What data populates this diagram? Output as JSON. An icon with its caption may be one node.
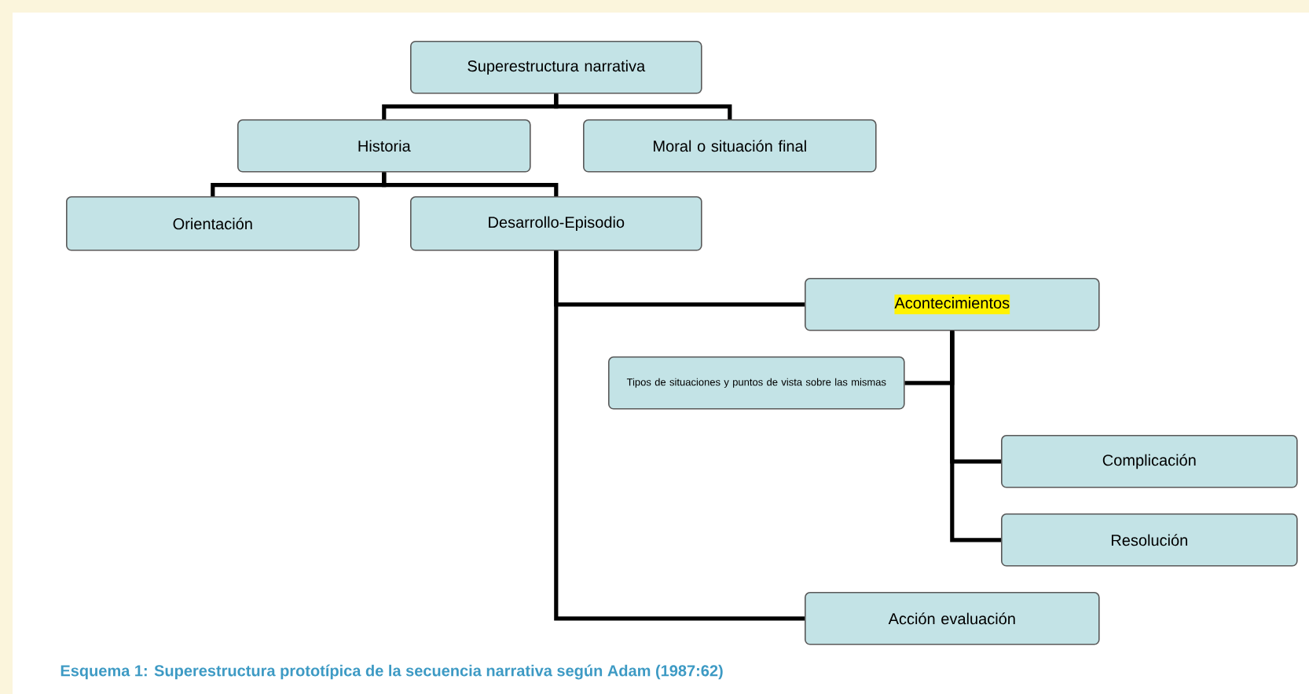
{
  "diagram": {
    "caption": "Esquema 1: Superestructura prototípica de la secuencia narrativa según Adam (1987:62)",
    "nodes": [
      {
        "text": [
          "Superestructura narrativa"
        ]
      },
      {
        "text": [
          "Historia"
        ]
      },
      {
        "text": [
          "Moral o situación final"
        ]
      },
      {
        "text": [
          "Orientación"
        ]
      },
      {
        "text": [
          "Desarrollo-Episodio"
        ]
      },
      {
        "text": [
          "Acontecimientos"
        ]
      },
      {
        "text": [
          "Tipos de situaciones y puntos de vista sobre las mismas"
        ]
      },
      {
        "text": [
          "Complicación"
        ]
      },
      {
        "text": [
          "Resolución"
        ]
      },
      {
        "text": [
          "Acción evaluación"
        ]
      }
    ],
    "edges": [
      {
        "from": 0,
        "to": 1,
        "arrow": "none"
      },
      {
        "from": 0,
        "to": 2,
        "arrow": "none"
      },
      {
        "from": 1,
        "to": 3,
        "arrow": "none"
      },
      {
        "from": 1,
        "to": 4,
        "arrow": "none"
      },
      {
        "from": 4,
        "to": 5,
        "arrow": "none"
      },
      {
        "from": 4,
        "to": 9,
        "arrow": "none"
      },
      {
        "from": 5,
        "to": 6,
        "arrow": "none"
      },
      {
        "from": 5,
        "to": 7,
        "arrow": "none"
      },
      {
        "from": 5,
        "to": 8,
        "arrow": "none"
      }
    ]
  }
}
